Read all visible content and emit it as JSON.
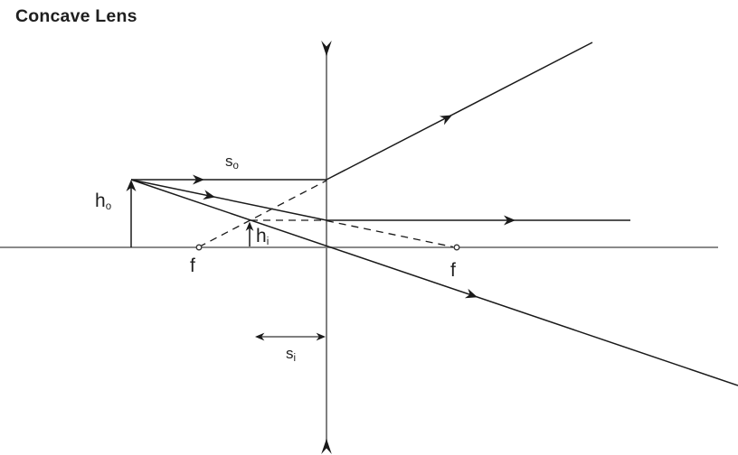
{
  "title": "Concave Lens",
  "labels": {
    "object_distance": {
      "base": "s",
      "sub": "o"
    },
    "object_height": {
      "base": "h",
      "sub": "o"
    },
    "image_height": {
      "base": "h",
      "sub": "i"
    },
    "image_distance": {
      "base": "s",
      "sub": "i"
    },
    "focal_left": "f",
    "focal_right": "f"
  },
  "colors": {
    "ray": "#1a1a1a",
    "axis": "#7a7a7a",
    "text": "#1f1f1f"
  },
  "diagram": {
    "type": "ray-diagram",
    "lens_type": "concave-diverging-lens",
    "notes": "Object left of lens; diverging rays; dashed backward extensions meet at upright reduced virtual image between lens and object; focal points marked f on both sides of lens"
  }
}
